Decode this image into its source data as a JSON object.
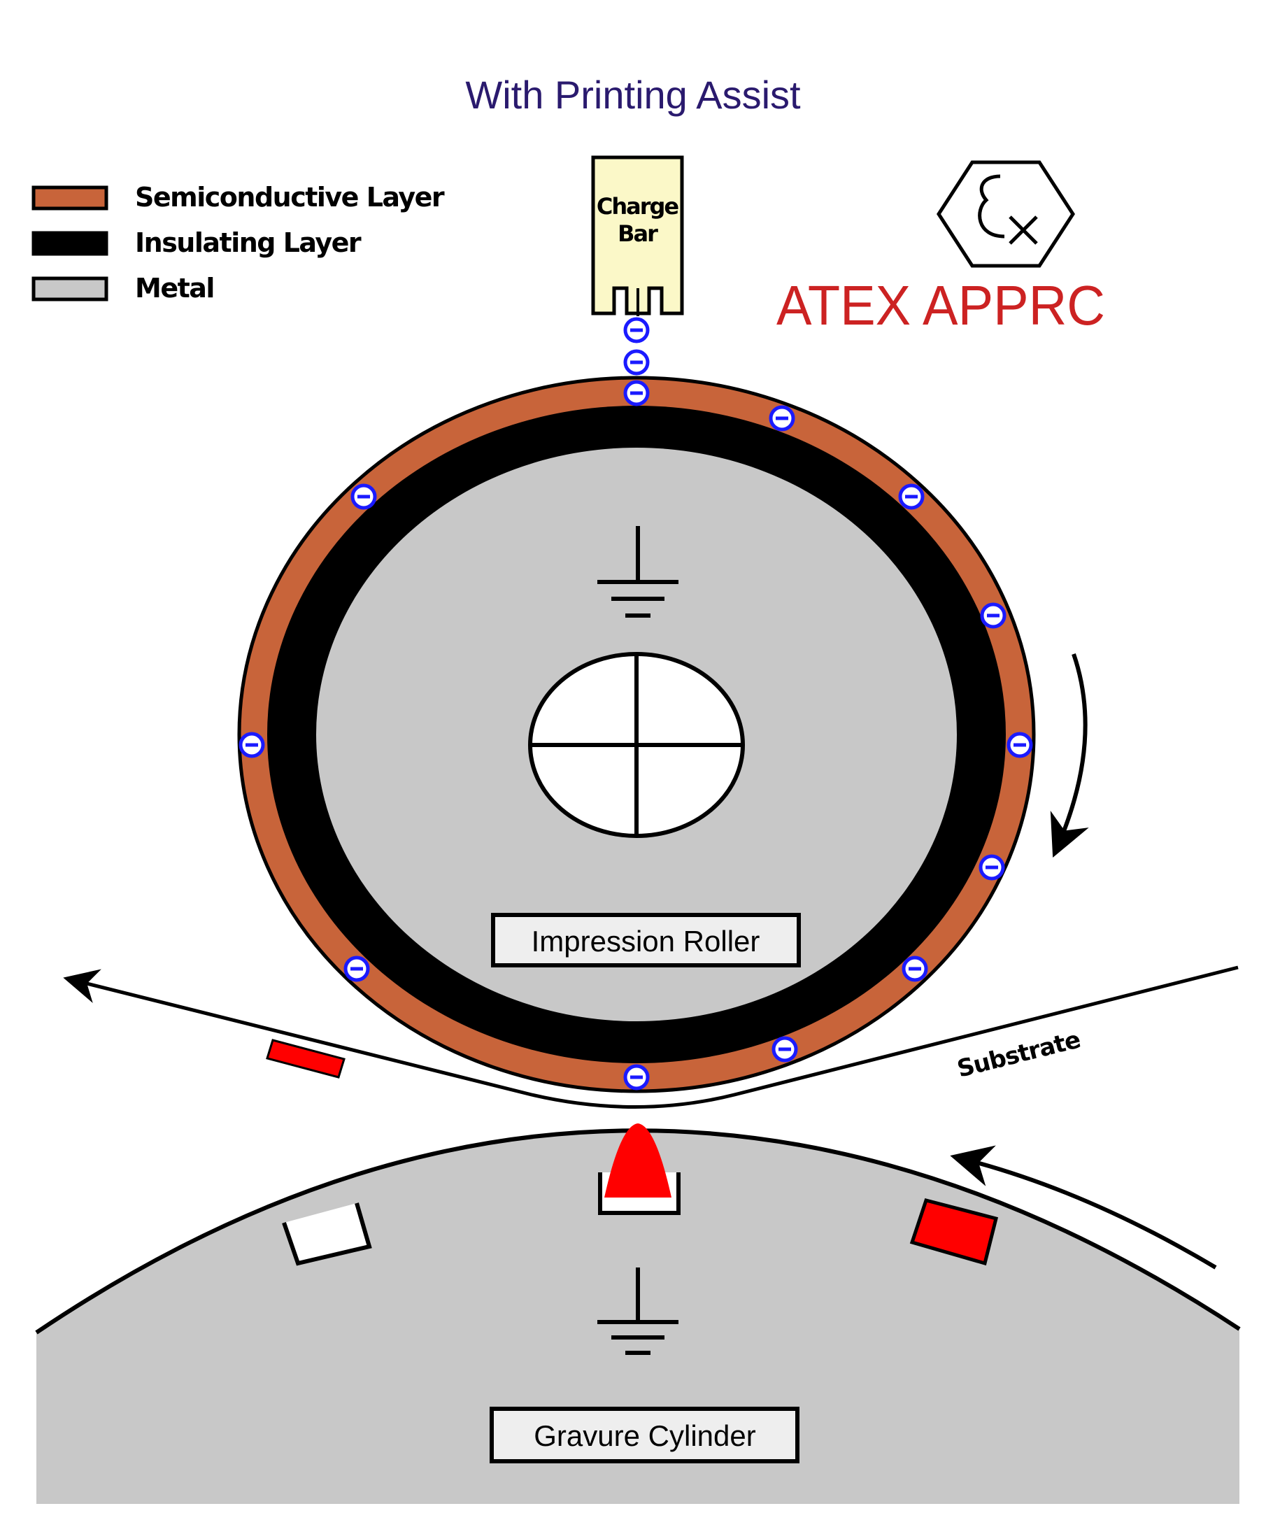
{
  "title": "With Printing Assist",
  "legend": {
    "items": [
      {
        "label": "Semiconductive Layer",
        "color": "#c8643a"
      },
      {
        "label": "Insulating Layer",
        "color": "#000000"
      },
      {
        "label": "Metal",
        "color": "#c8c8c8"
      }
    ]
  },
  "charge_bar": {
    "line1": "Charge",
    "line2": "Bar",
    "fill": "#fbf8c8"
  },
  "atex": {
    "symbol_icon": "ex-hexagon-icon",
    "text": "ATEX APPRC",
    "color": "#cc2222"
  },
  "roller": {
    "label": "Impression Roller",
    "ground_icon": "ground-icon",
    "rotation_icon": "clockwise-arrow-icon"
  },
  "cylinder": {
    "label": "Gravure Cylinder",
    "ground_icon": "ground-icon"
  },
  "substrate": {
    "label": "Substrate",
    "ink_color": "#ff0000"
  },
  "charge_icon": "negative-charge-icon",
  "colors": {
    "title": "#2a1a6e",
    "charge": "#1a1aff",
    "metal": "#c8c8c8",
    "semiconductive": "#c8643a",
    "insulating": "#000000",
    "ink": "#ff0000"
  }
}
